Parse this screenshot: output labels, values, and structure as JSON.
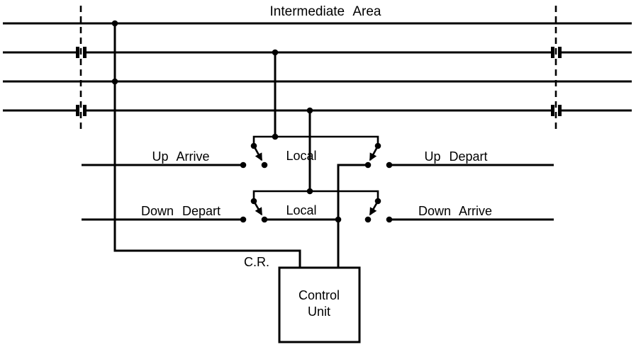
{
  "diagram": {
    "title": "Intermediate Area",
    "labels": {
      "up_arrive": "Up Arrive",
      "up_depart": "Up Depart",
      "down_depart": "Down Depart",
      "down_arrive": "Down Arrive",
      "local_top": "Local",
      "local_bottom": "Local",
      "cr": "C.R.",
      "control_unit_line1": "Control",
      "control_unit_line2": "Unit"
    },
    "symbols": {
      "insulated_joint": "double-bar-joint",
      "section_boundary": "vertical-dashed-line",
      "switch_contact": "arrow-blade-with-contact-dots",
      "junction": "filled-dot"
    },
    "colors": {
      "line": "#000000",
      "background": "#ffffff",
      "text": "#000000"
    }
  }
}
